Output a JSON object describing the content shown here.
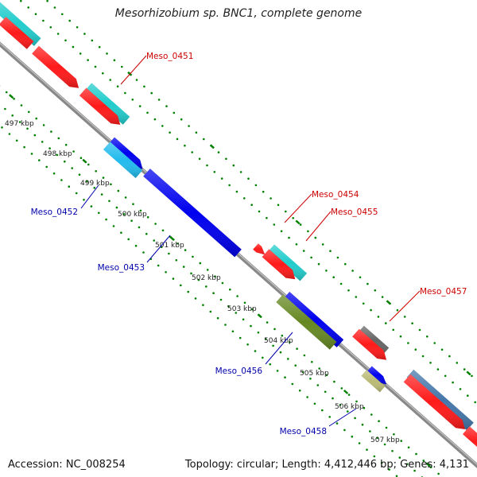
{
  "title": "Mesorhizobium sp. BNC1, complete genome",
  "footer": {
    "accession": "Accession: NC_008254",
    "summary": "Topology: circular; Length: 4,412,446 bp; Genes: 4,131"
  },
  "colors": {
    "forward_cds": "#ff0000",
    "reverse_cds": "#0000ff",
    "tick": "#008000",
    "backbone": "#888888",
    "forward_label": "#cc0000",
    "reverse_label": "#0000aa"
  },
  "kbp_ticks": [
    "497 kbp",
    "498 kbp",
    "499 kbp",
    "500 kbp",
    "501 kbp",
    "502 kbp",
    "503 kbp",
    "504 kbp",
    "505 kbp",
    "506 kbp",
    "507 kbp"
  ],
  "gene_labels": [
    {
      "name": "Meso_0451",
      "strand": "forward"
    },
    {
      "name": "Meso_0452",
      "strand": "reverse"
    },
    {
      "name": "Meso_0453",
      "strand": "reverse"
    },
    {
      "name": "Meso_0454",
      "strand": "forward"
    },
    {
      "name": "Meso_0455",
      "strand": "forward"
    },
    {
      "name": "Meso_0456",
      "strand": "reverse"
    },
    {
      "name": "Meso_0457",
      "strand": "forward"
    },
    {
      "name": "Meso_0458",
      "strand": "reverse"
    }
  ]
}
